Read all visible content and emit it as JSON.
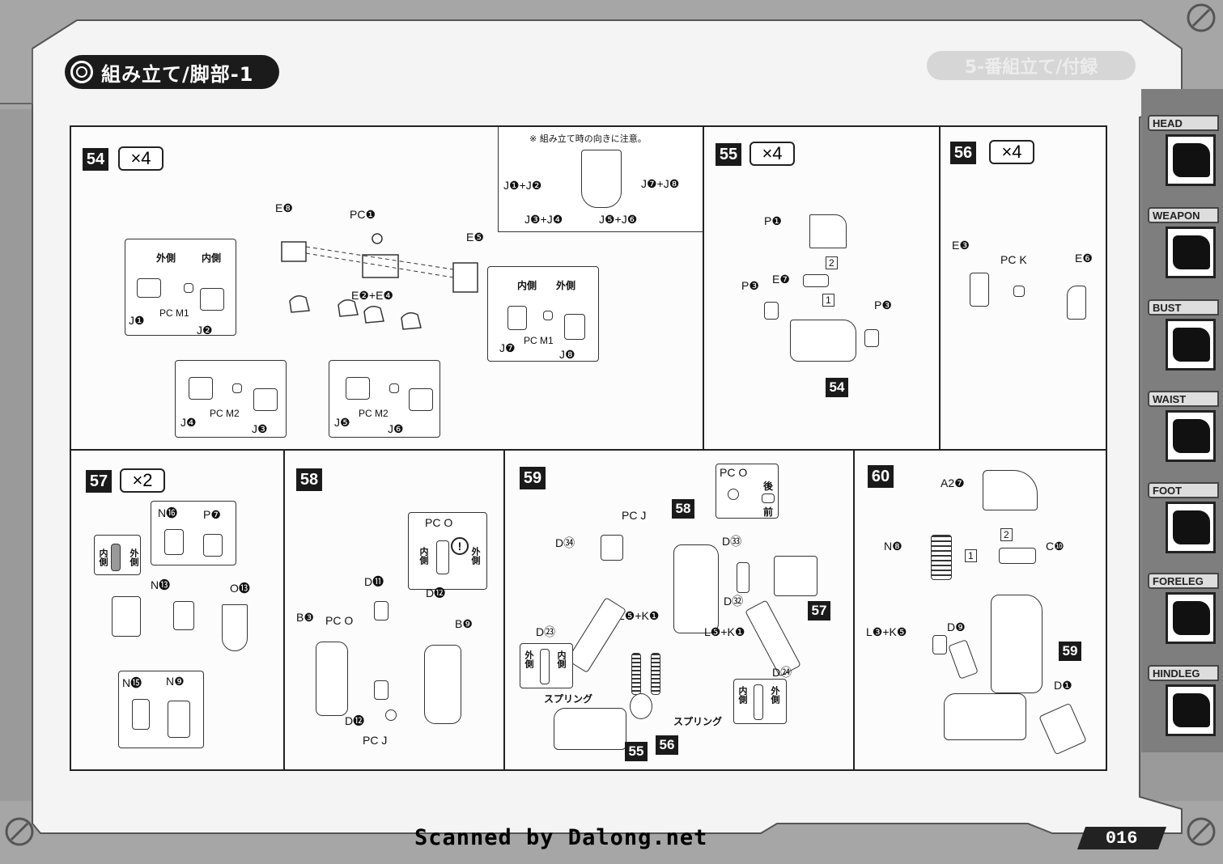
{
  "header": {
    "title": "組み立て/脚部-1",
    "ghost_title": "5-番組立て/付録"
  },
  "steps": {
    "s54": {
      "num": "54",
      "mult": "×4",
      "top_note": "※ 組み立て時の向きに注意。",
      "labels": [
        "E❽",
        "PC❶",
        "E❺",
        "E❷+E❹",
        "J❶+J❷",
        "J❼+J❽",
        "J❸+J❹",
        "J❺+J❻"
      ],
      "box1": {
        "outer": "外側",
        "inner": "内側",
        "j1": "J❶",
        "pc": "PC M1",
        "j2": "J❷"
      },
      "box2": {
        "inner": "内側",
        "outer": "外側",
        "j7": "J❼",
        "pc": "PC M1",
        "j8": "J❽"
      },
      "box3": {
        "j4": "J❹",
        "pc": "PC M2",
        "j3": "J❸"
      },
      "box4": {
        "j5": "J❺",
        "pc": "PC M2",
        "j6": "J❻"
      }
    },
    "s55": {
      "num": "55",
      "mult": "×4",
      "labels": [
        "P❶",
        "E❼",
        "P❸",
        "P❸"
      ],
      "sub": "54",
      "n1": "1",
      "n2": "2"
    },
    "s56": {
      "num": "56",
      "mult": "×4",
      "labels": [
        "E❸",
        "PC K",
        "E❻"
      ]
    },
    "s57": {
      "num": "57",
      "mult": "×2",
      "labels": [
        "N⓰",
        "P❼",
        "N⓭",
        "O⓭",
        "N⓯",
        "N❾"
      ],
      "inner": "内側",
      "outer": "外側"
    },
    "s58": {
      "num": "58",
      "labels": [
        "PC O",
        "D⓫",
        "D⓬",
        "B❸",
        "PC O",
        "B❾",
        "D⓬",
        "PC J"
      ],
      "inner": "内側",
      "outer": "外側"
    },
    "s59": {
      "num": "59",
      "labels": [
        "PC O",
        "後",
        "前",
        "PC J",
        "D㉞",
        "D㉝",
        "D㉜",
        "L❺+K❶",
        "L❺+K❶",
        "D㉓",
        "D㉔"
      ],
      "sub58": "58",
      "sub57": "57",
      "sub55": "55",
      "sub56": "56",
      "spring1": "スプリング",
      "spring2": "スプリング",
      "outer": "外側",
      "inner": "内側"
    },
    "s60": {
      "num": "60",
      "labels": [
        "A2❼",
        "N❽",
        "C❿",
        "L❸+K❺",
        "D❾",
        "D❶"
      ],
      "sub59": "59",
      "n1": "1",
      "n2": "2"
    }
  },
  "sidebar": {
    "tabs": [
      "HEAD",
      "WEAPON",
      "BUST",
      "WAIST",
      "FOOT",
      "FORELEG",
      "HINDLEG"
    ]
  },
  "footer": {
    "credit": "Scanned by Dalong.net",
    "page": "016"
  }
}
